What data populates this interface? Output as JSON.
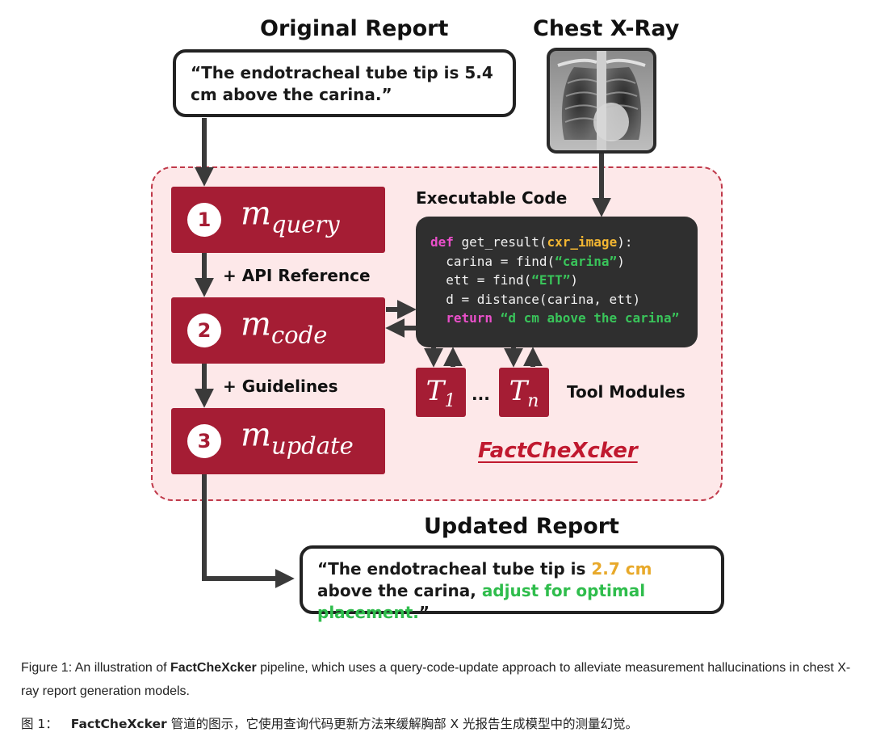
{
  "figure": {
    "original_report": {
      "heading": "Original Report",
      "text": "“The endotracheal tube tip is 5.4 cm above the carina.”"
    },
    "chest_xray": {
      "heading": "Chest X-Ray"
    },
    "modules": [
      {
        "number": "1",
        "base": "m",
        "subscript": "query"
      },
      {
        "number": "2",
        "base": "m",
        "subscript": "code"
      },
      {
        "number": "3",
        "base": "m",
        "subscript": "update"
      }
    ],
    "api_reference_label": "+ API Reference",
    "guidelines_label": "+ Guidelines",
    "executable_code": {
      "heading": "Executable Code",
      "lines": {
        "l1_kw": "def",
        "l1_fn": " get_result(",
        "l1_param": "cxr_image",
        "l1_end": "):",
        "l2_code": "  carina = find(",
        "l2_str": "“carina”",
        "l2_end": ")",
        "l3_code": "  ett = find(",
        "l3_str": "“ETT”",
        "l3_end": ")",
        "l4_code": "  d = distance(carina, ett)",
        "l5_kw": "  return",
        "l5_str": " “d cm above the carina”"
      }
    },
    "tools": [
      {
        "base": "T",
        "subscript": "1"
      },
      {
        "base": "T",
        "subscript": "n"
      }
    ],
    "tools_ellipsis": "...",
    "tool_modules_label": "Tool Modules",
    "brand": "FactCheXcker",
    "updated_report": {
      "heading": "Updated Report",
      "prefix": "“The endotracheal tube tip is ",
      "value": "2.7 cm",
      "middle": " above the carina, ",
      "advice": "adjust for optimal placement.",
      "suffix": "”"
    },
    "colors": {
      "module_red": "#a51d34",
      "pipeline_bg": "#fde8e9",
      "highlight_value": "#e8a92a",
      "highlight_advice": "#2fbd4c",
      "code_keyword": "#e94fc9",
      "code_string": "#39c45a"
    }
  },
  "caption": {
    "en_prefix": "Figure 1: An illustration of ",
    "en_bold": "FactCheXcker",
    "en_rest": " pipeline, which uses a query-code-update approach to alleviate measurement hallucinations in chest X-ray report generation models.",
    "zh_label": "图 1：",
    "zh_bold": "FactCheXcker",
    "zh_rest": " 管道的图示，它使用查询代码更新方法来缓解胸部 X 光报告生成模型中的测量幻觉。"
  }
}
